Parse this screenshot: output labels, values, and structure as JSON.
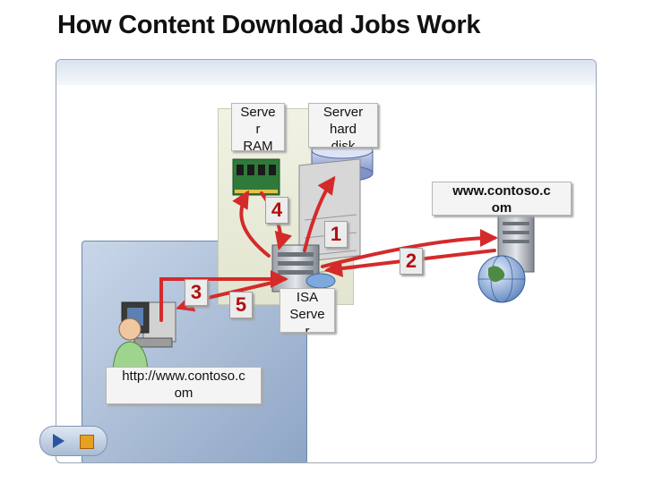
{
  "title": "How Content Download Jobs Work",
  "labels": {
    "server_ram": "Serve\nr\nRAM",
    "server_disk": "Server\nhard\ndisk",
    "website": "www.contoso.c\nom",
    "isa_server": "ISA\nServe\nr",
    "url": "http://www.contoso.c\nom"
  },
  "steps": [
    "1",
    "2",
    "3",
    "4",
    "5"
  ],
  "colors": {
    "arrow": "#d42a2a",
    "step_text": "#b01010"
  },
  "icons": [
    "ram-module-icon",
    "hard-disk-icon",
    "web-server-icon",
    "globe-icon",
    "isa-server-icon",
    "server-rack-icon",
    "client-computer-icon",
    "user-icon",
    "play-icon",
    "stop-icon"
  ]
}
